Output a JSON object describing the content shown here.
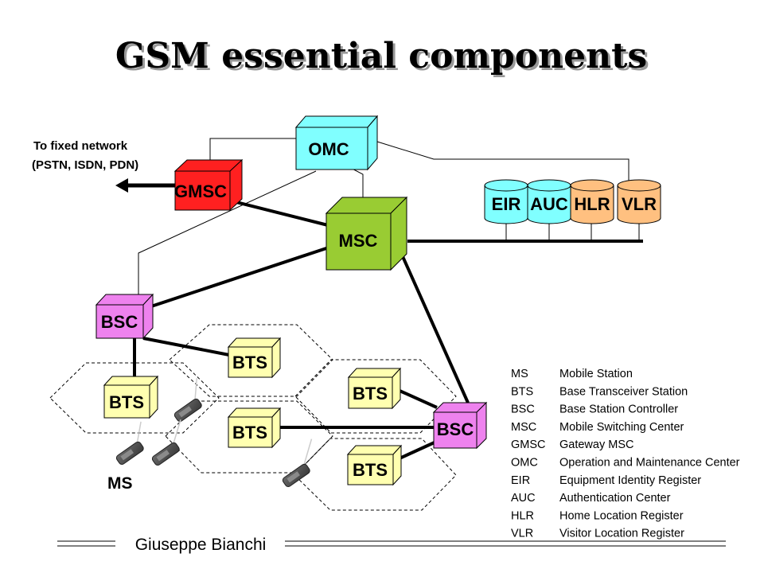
{
  "title": "GSM essential components",
  "note": {
    "line1": "To fixed network",
    "line2": "(PSTN, ISDN, PDN)"
  },
  "nodes": {
    "omc": "OMC",
    "gmsc": "GMSC",
    "msc": "MSC",
    "bsc_left": "BSC",
    "bsc_right": "BSC",
    "bts_1": "BTS",
    "bts_2": "BTS",
    "bts_3": "BTS",
    "bts_4": "BTS",
    "bts_5": "BTS",
    "ms": "MS"
  },
  "databases": {
    "eir": "EIR",
    "auc": "AUC",
    "hlr": "HLR",
    "vlr": "VLR"
  },
  "colors": {
    "omc": "#80ffff",
    "gmsc": "#ff2020",
    "msc": "#99cc33",
    "bsc": "#ee82ee",
    "bts": "#ffffb0",
    "db_blue": "#80ffff",
    "db_orange": "#ffc080"
  },
  "legend": [
    {
      "abbr": "MS",
      "desc": "Mobile Station"
    },
    {
      "abbr": "BTS",
      "desc": "Base Transceiver Station"
    },
    {
      "abbr": "BSC",
      "desc": "Base Station Controller"
    },
    {
      "abbr": "MSC",
      "desc": "Mobile Switching Center"
    },
    {
      "abbr": "GMSC",
      "desc": "Gateway MSC"
    },
    {
      "abbr": "OMC",
      "desc": "Operation and Maintenance Center"
    },
    {
      "abbr": "EIR",
      "desc": "Equipment Identity Register"
    },
    {
      "abbr": "AUC",
      "desc": "Authentication Center"
    },
    {
      "abbr": "HLR",
      "desc": "Home Location Register"
    },
    {
      "abbr": "VLR",
      "desc": "Visitor Location Register"
    }
  ],
  "footer": {
    "author": "Giuseppe Bianchi"
  }
}
